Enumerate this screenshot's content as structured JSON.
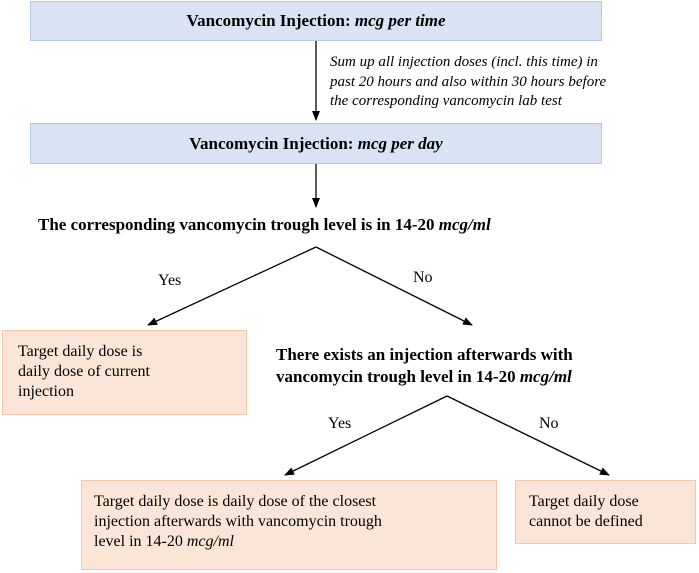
{
  "step1": {
    "title": "Vancomycin Injection: ",
    "unit": "mcg per time"
  },
  "note": {
    "line1": "Sum up all injection doses (incl. this time) in",
    "line2": "past 20 hours and also within 30 hours before",
    "line3": "the corresponding vancomycin lab test"
  },
  "step2": {
    "title": "Vancomycin Injection: ",
    "unit": "mcg per day"
  },
  "decision1": {
    "text": "The corresponding vancomycin trough level is in 14-20 ",
    "unit": "mcg/ml"
  },
  "decision1_yes": "Yes",
  "decision1_no": "No",
  "outcome1": {
    "line1": "Target daily dose is",
    "line2": "daily dose of current",
    "line3": "injection"
  },
  "decision2": {
    "line1": "There exists an injection afterwards with",
    "line2": "vancomycin trough level in 14-20 ",
    "unit": "mcg/ml"
  },
  "decision2_yes": "Yes",
  "decision2_no": "No",
  "outcome2": {
    "line1": "Target daily dose is daily dose of the closest",
    "line2": "injection afterwards with vancomycin trough",
    "line3": "level in 14-20 ",
    "unit": "mcg/ml"
  },
  "outcome3": {
    "line1": "Target daily dose",
    "line2": "cannot be defined"
  }
}
